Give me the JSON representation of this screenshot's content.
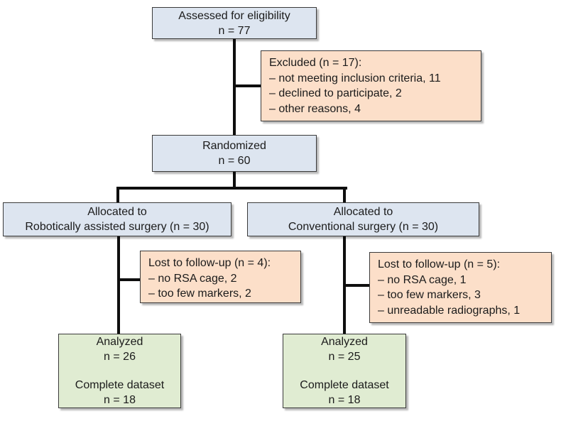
{
  "diagram": {
    "type": "consort-flow-diagram",
    "colors": {
      "stage_box_fill": "#dde5f0",
      "exclusion_box_fill": "#fcdfc9",
      "result_box_fill": "#e0ecd2",
      "box_border": "#3a3a3a",
      "connector_line": "#0e0e0e",
      "text": "#1b1b1b"
    },
    "boxes": {
      "assessed": {
        "lines": [
          "Assessed for eligibility",
          "n = 77"
        ]
      },
      "excluded": {
        "title": "Excluded (n = 17):",
        "items": [
          "– not meeting inclusion criteria, 11",
          "– declined to participate, 2",
          "– other reasons, 4"
        ]
      },
      "randomized": {
        "lines": [
          "Randomized",
          "n = 60"
        ]
      },
      "alloc_left": {
        "lines": [
          "Allocated to",
          "Robotically assisted surgery (n = 30)"
        ]
      },
      "alloc_right": {
        "lines": [
          "Allocated to",
          "Conventional surgery (n = 30)"
        ]
      },
      "lost_left": {
        "title": "Lost to follow-up (n = 4):",
        "items": [
          "– no RSA cage, 2",
          "– too few markers, 2"
        ]
      },
      "lost_right": {
        "title": "Lost to follow-up (n = 5):",
        "items": [
          "– no RSA cage, 1",
          "– too few markers, 3",
          "– unreadable radiographs, 1"
        ]
      },
      "analyzed_left": {
        "lines": [
          "Analyzed",
          "n = 26"
        ],
        "lines2": [
          "Complete dataset",
          "n = 18"
        ]
      },
      "analyzed_right": {
        "lines": [
          "Analyzed",
          "n = 25"
        ],
        "lines2": [
          "Complete dataset",
          "n = 18"
        ]
      }
    }
  }
}
